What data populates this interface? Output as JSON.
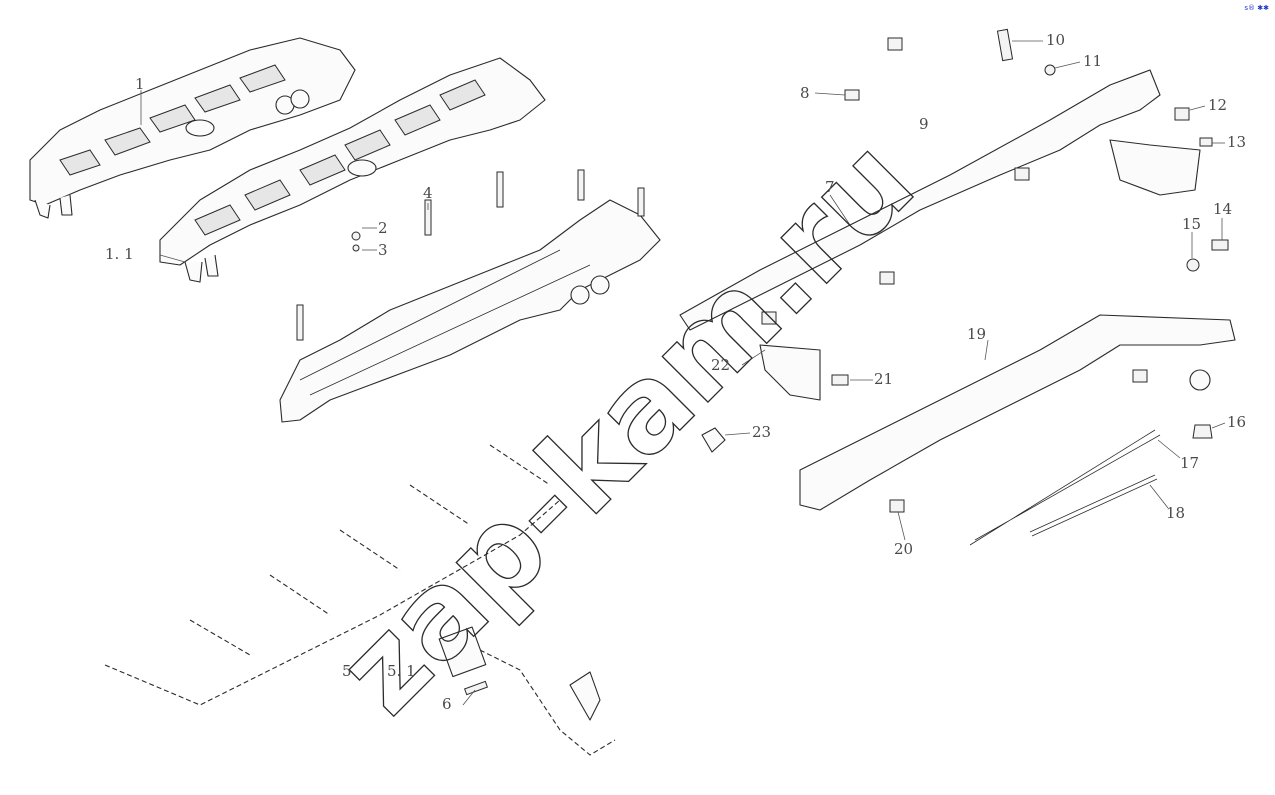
{
  "watermark": "zap-kam.ru",
  "corner_mark": "s® ✱✱",
  "callouts": [
    {
      "id": "1",
      "label": "1"
    },
    {
      "id": "1-1",
      "label": "1. 1"
    },
    {
      "id": "2",
      "label": "2"
    },
    {
      "id": "3",
      "label": "3"
    },
    {
      "id": "4",
      "label": "4"
    },
    {
      "id": "5",
      "label": "5"
    },
    {
      "id": "5-1",
      "label": "5. 1"
    },
    {
      "id": "6",
      "label": "6"
    },
    {
      "id": "7",
      "label": "7"
    },
    {
      "id": "8",
      "label": "8"
    },
    {
      "id": "9",
      "label": "9"
    },
    {
      "id": "10",
      "label": "10"
    },
    {
      "id": "11",
      "label": "11"
    },
    {
      "id": "12",
      "label": "12"
    },
    {
      "id": "13",
      "label": "13"
    },
    {
      "id": "14",
      "label": "14"
    },
    {
      "id": "15",
      "label": "15"
    },
    {
      "id": "16",
      "label": "16"
    },
    {
      "id": "17",
      "label": "17"
    },
    {
      "id": "18",
      "label": "18"
    },
    {
      "id": "19",
      "label": "19"
    },
    {
      "id": "20",
      "label": "20"
    },
    {
      "id": "21",
      "label": "21"
    },
    {
      "id": "22",
      "label": "22"
    },
    {
      "id": "23",
      "label": "23"
    }
  ]
}
